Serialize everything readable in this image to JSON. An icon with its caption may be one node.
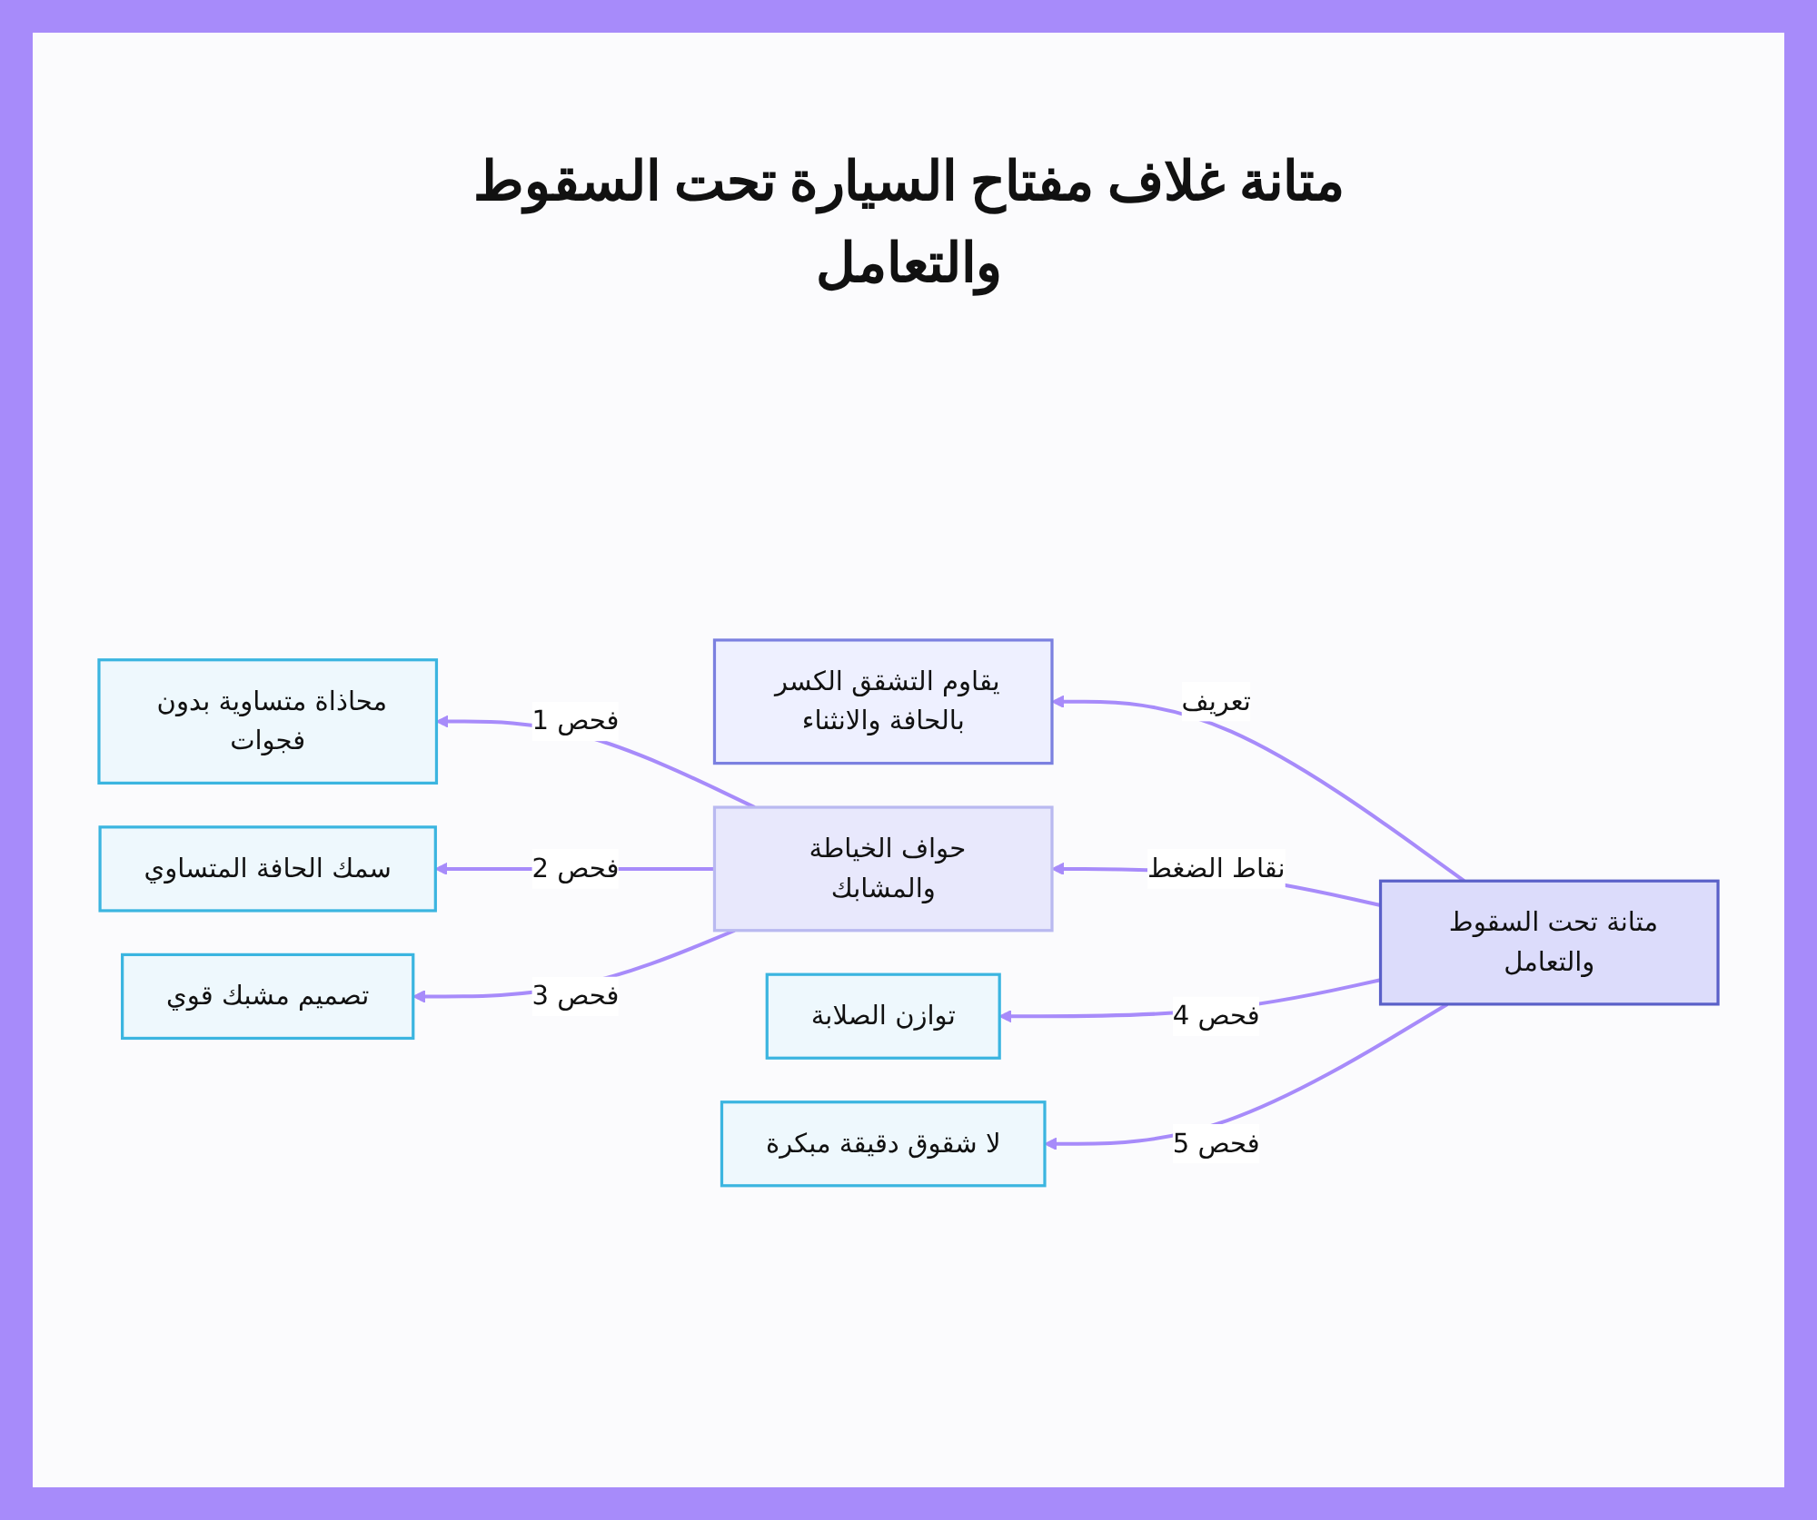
{
  "diagram": {
    "title": "متانة غلاف مفتاح السيارة تحت السقوط والتعامل",
    "nodes": [
      {
        "text": [
          "متانة تحت السقوط والتعامل"
        ]
      },
      {
        "text": [
          "يقاوم التشقق الكسر بالحافة والانثناء"
        ]
      },
      {
        "text": [
          "حواف الخياطة والمشابك"
        ]
      },
      {
        "text": [
          "توازن الصلابة"
        ]
      },
      {
        "text": [
          "لا شقوق دقيقة مبكرة"
        ]
      },
      {
        "text": [
          "محاذاة متساوية بدون فجوات"
        ]
      },
      {
        "text": [
          "سمك الحافة المتساوي"
        ]
      },
      {
        "text": [
          "تصميم مشبك قوي"
        ]
      }
    ],
    "edges": [
      {
        "from": 0,
        "to": 1,
        "arrow": "to",
        "label": "تعريف"
      },
      {
        "from": 0,
        "to": 2,
        "arrow": "to",
        "label": "نقاط الضغط"
      },
      {
        "from": 0,
        "to": 3,
        "arrow": "to",
        "label": "فحص 4"
      },
      {
        "from": 0,
        "to": 4,
        "arrow": "to",
        "label": "فحص 5"
      },
      {
        "from": 2,
        "to": 5,
        "arrow": "to",
        "label": "فحص 1"
      },
      {
        "from": 2,
        "to": 6,
        "arrow": "to",
        "label": "فحص 2"
      },
      {
        "from": 2,
        "to": 7,
        "arrow": "to",
        "label": "فحص 3"
      }
    ]
  }
}
